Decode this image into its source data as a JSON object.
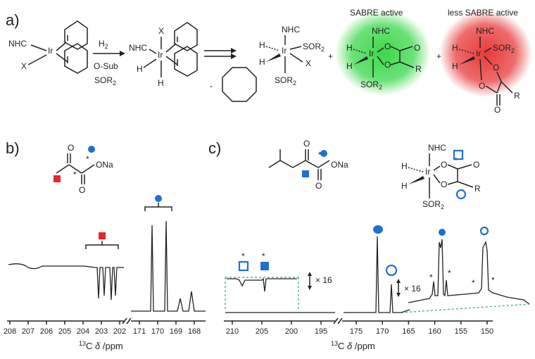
{
  "panels": {
    "a": "a)",
    "b": "b)",
    "c": "c)"
  },
  "labels": {
    "nhc": "NHC",
    "ir": "Ir",
    "x": "X",
    "h": "H",
    "sor": "SOR",
    "sub2": "2",
    "o": "O",
    "r": "R",
    "ona": "ONa",
    "star": "*",
    "plus": "+",
    "minus": "-"
  },
  "reagents": {
    "h2": "H",
    "h2_sub": "2",
    "osub": "O-Sub",
    "sor": "SOR",
    "sor_sub": "2"
  },
  "glow": {
    "green_label": "SABRE active",
    "green_color": "#3cd84a",
    "red_label": "less SABRE active",
    "red_color": "#e83a3a"
  },
  "colors": {
    "red_marker": "#e8252a",
    "blue_marker": "#1f6fd1",
    "dashed": "#2aa58f",
    "star_red": "#c8303a"
  },
  "spectrum_b": {
    "left_ticks": [
      "208",
      "207",
      "206",
      "205",
      "204",
      "203",
      "202"
    ],
    "right_ticks": [
      "171",
      "170",
      "169",
      "168"
    ],
    "xlabel_pre": "13",
    "xlabel_mid": "C ",
    "xlabel_delta": "δ",
    "xlabel_post": " /ppm"
  },
  "spectrum_c": {
    "left_ticks": [
      "210",
      "205",
      "200",
      "195"
    ],
    "right_ticks": [
      "175",
      "170",
      "165",
      "160",
      "155",
      "150"
    ],
    "zoom_left": "× 16",
    "zoom_right": "× 16",
    "xlabel_pre": "13",
    "xlabel_mid": "C ",
    "xlabel_delta": "δ",
    "xlabel_post": " /ppm"
  }
}
